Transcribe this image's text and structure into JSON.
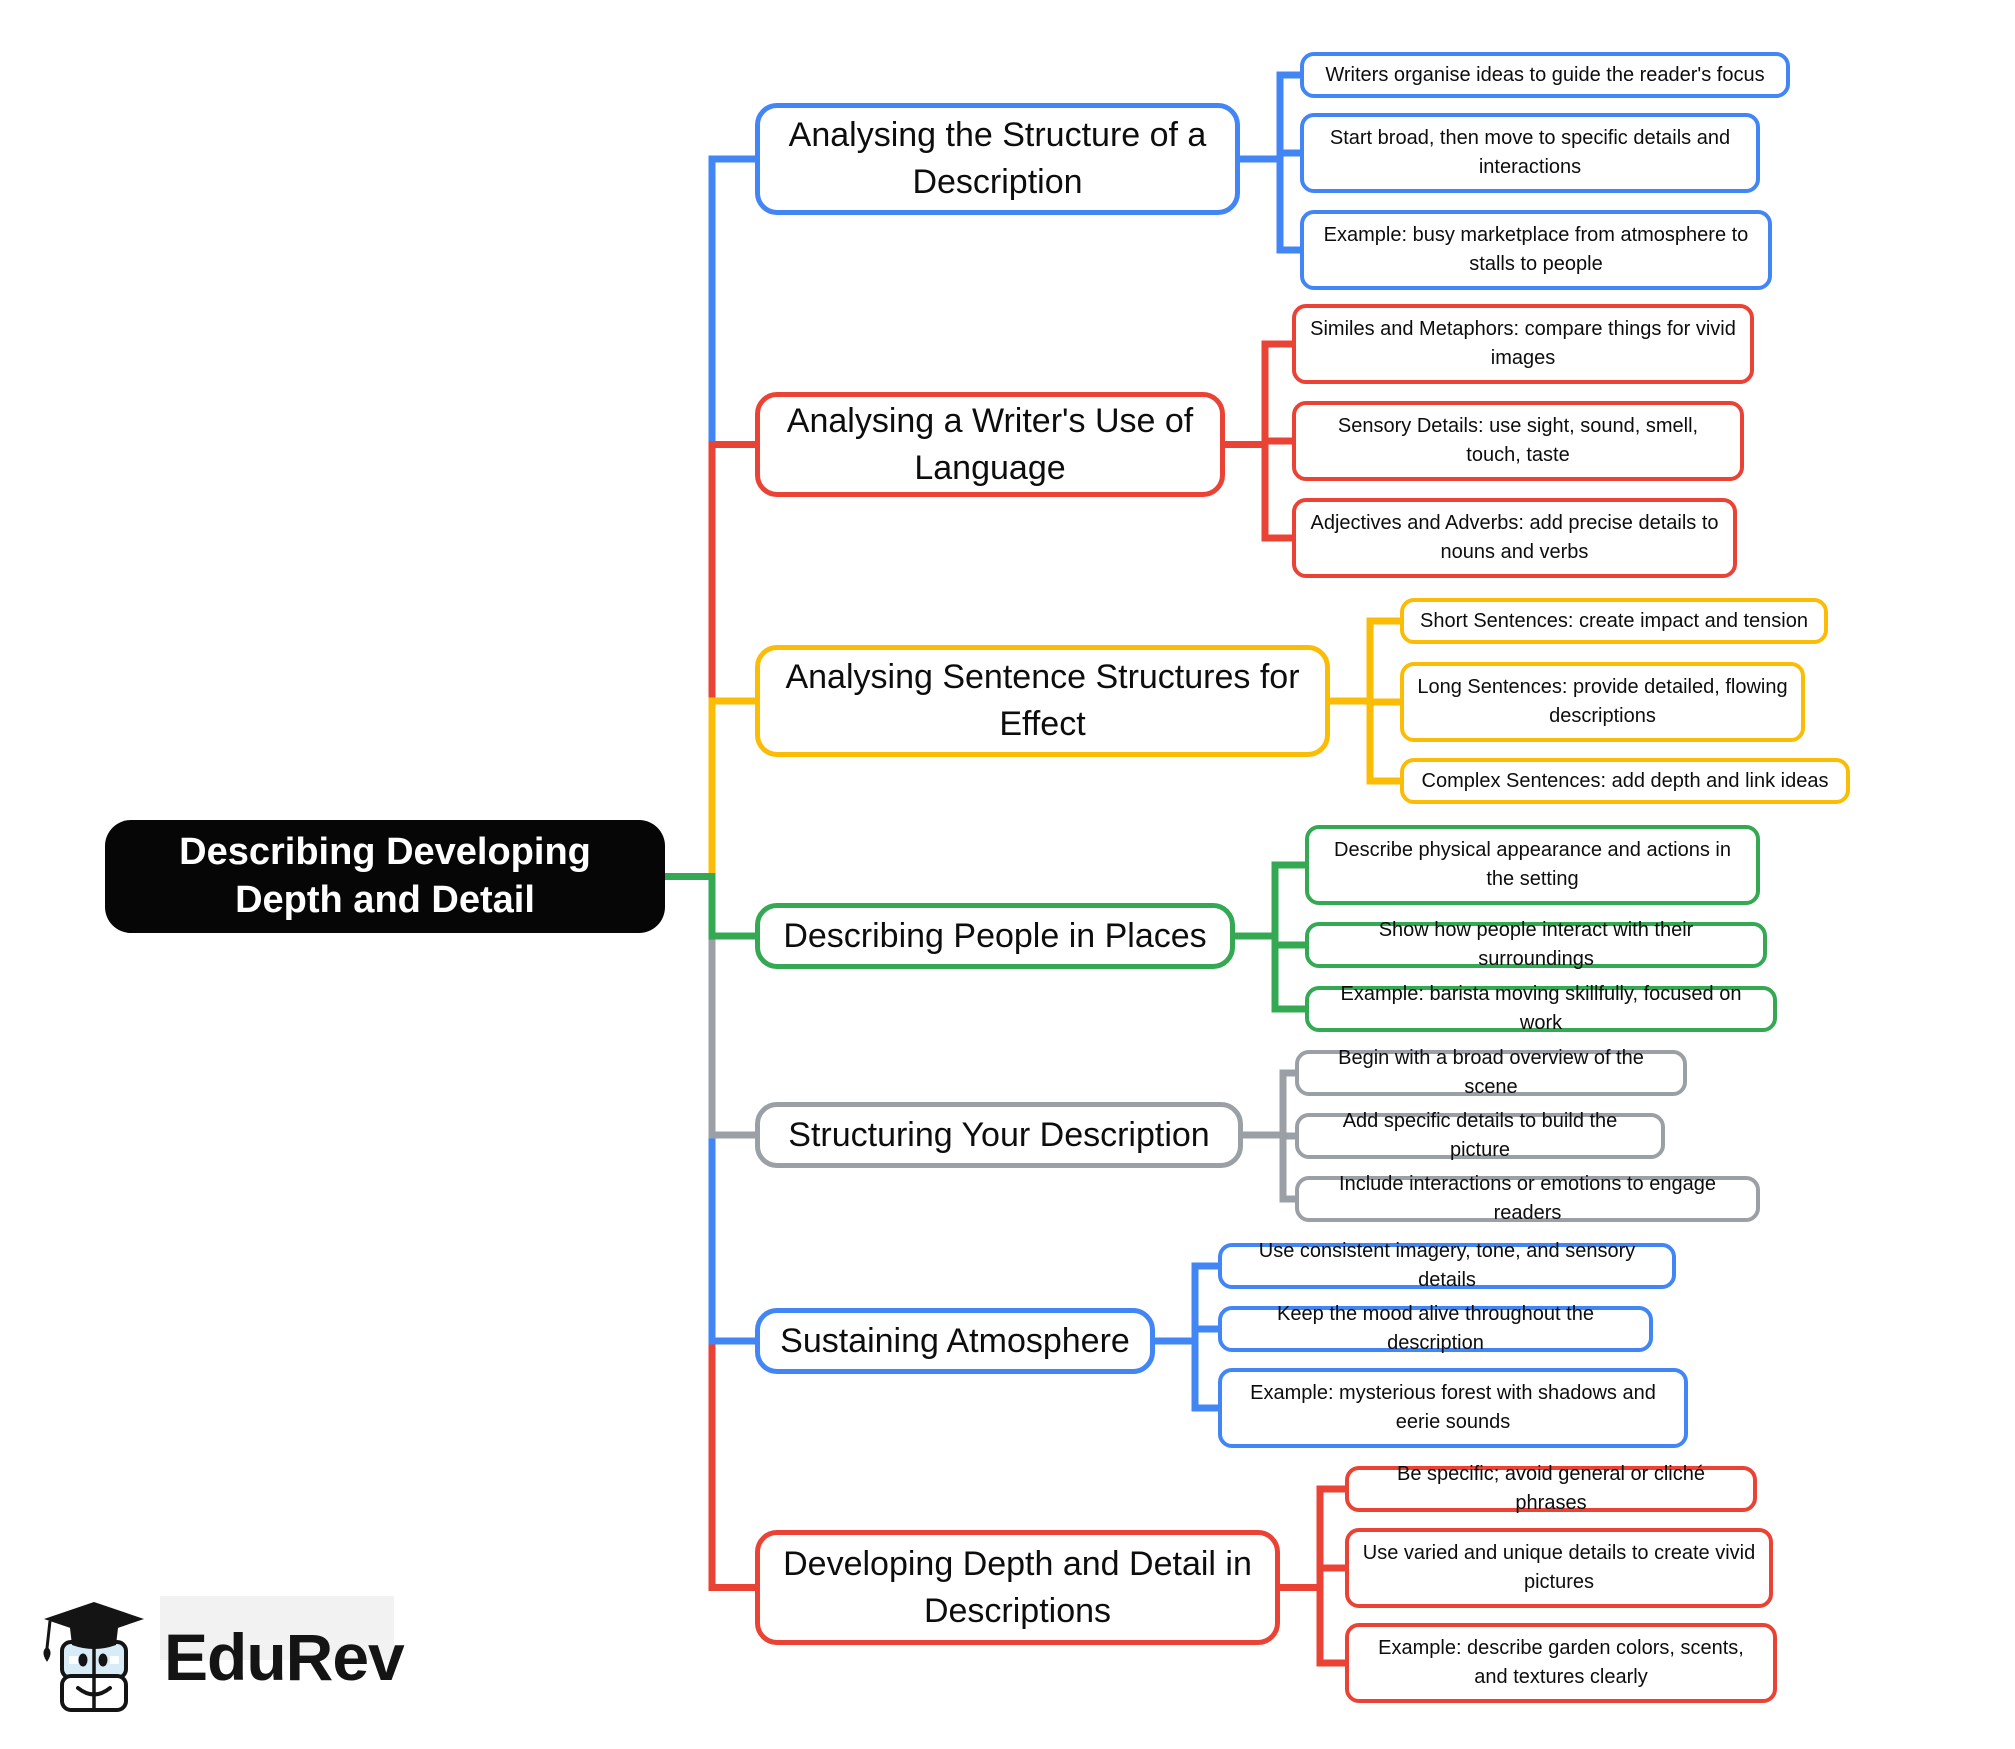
{
  "root": {
    "label": "Describing Developing Depth and Detail"
  },
  "branches": [
    {
      "label": "Analysing the Structure of a Description",
      "color": "#4285F4",
      "children": [
        "Writers organise ideas to guide the reader's focus",
        "Start broad, then move to specific details and interactions",
        "Example: busy marketplace from atmosphere to stalls to people"
      ]
    },
    {
      "label": "Analysing a Writer's Use of Language",
      "color": "#EA4335",
      "children": [
        "Similes and Metaphors: compare things for vivid images",
        "Sensory Details: use sight, sound, smell, touch, taste",
        "Adjectives and Adverbs: add precise details to nouns and verbs"
      ]
    },
    {
      "label": "Analysing Sentence Structures for Effect",
      "color": "#FBBC05",
      "children": [
        "Short Sentences: create impact and tension",
        "Long Sentences: provide detailed, flowing descriptions",
        "Complex Sentences: add depth and link ideas"
      ]
    },
    {
      "label": "Describing People in Places",
      "color": "#34A853",
      "children": [
        "Describe physical appearance and actions in the setting",
        "Show how people interact with their surroundings",
        "Example: barista moving skillfully, focused on work"
      ]
    },
    {
      "label": "Structuring Your Description",
      "color": "#9AA0A6",
      "children": [
        "Begin with a broad overview of the scene",
        "Add specific details to build the picture",
        "Include interactions or emotions to engage readers"
      ]
    },
    {
      "label": "Sustaining Atmosphere",
      "color": "#4285F4",
      "children": [
        "Use consistent imagery, tone, and sensory details",
        "Keep the mood alive throughout the description",
        "Example: mysterious forest with shadows and eerie sounds"
      ]
    },
    {
      "label": "Developing Depth and Detail in Descriptions",
      "color": "#EA4335",
      "children": [
        "Be specific; avoid general or cliché phrases",
        "Use varied and unique details to create vivid pictures",
        "Example: describe garden colors, scents, and textures clearly"
      ]
    }
  ],
  "logo": {
    "text": "EduRev"
  }
}
